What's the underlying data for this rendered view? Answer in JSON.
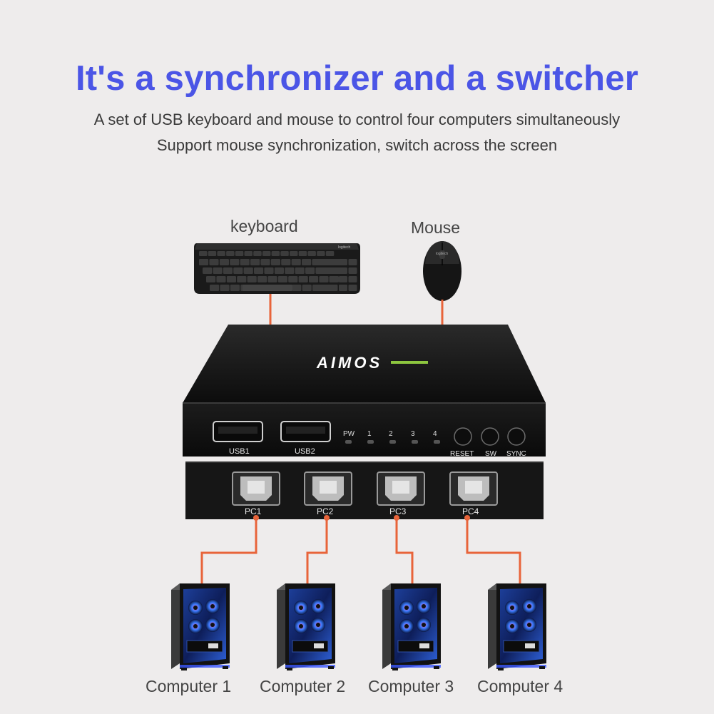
{
  "headline": "It's a synchronizer and a switcher",
  "subtitle_line1": "A set of USB keyboard and mouse to control four computers simultaneously",
  "subtitle_line2": "Support mouse synchronization, switch across the screen",
  "labels": {
    "keyboard": "keyboard",
    "mouse": "Mouse"
  },
  "keyboard_brand": "logitech",
  "mouse_brand": "logitech",
  "switch": {
    "brand": "AIMOS",
    "usb1_label": "USB1",
    "usb2_label": "USB2",
    "led_labels": [
      "PW",
      "1",
      "2",
      "3",
      "4"
    ],
    "button_labels": [
      "RESET",
      "SW",
      "SYNC"
    ],
    "pc_ports": [
      "PC1",
      "PC2",
      "PC3",
      "PC4"
    ]
  },
  "computers": [
    "Computer 1",
    "Computer 2",
    "Computer 3",
    "Computer 4"
  ],
  "colors": {
    "headline": "#4b55e6",
    "cable": "#e8643a",
    "brand_green": "#8dc63f",
    "device_body": "#141414",
    "background": "#eeecec"
  }
}
